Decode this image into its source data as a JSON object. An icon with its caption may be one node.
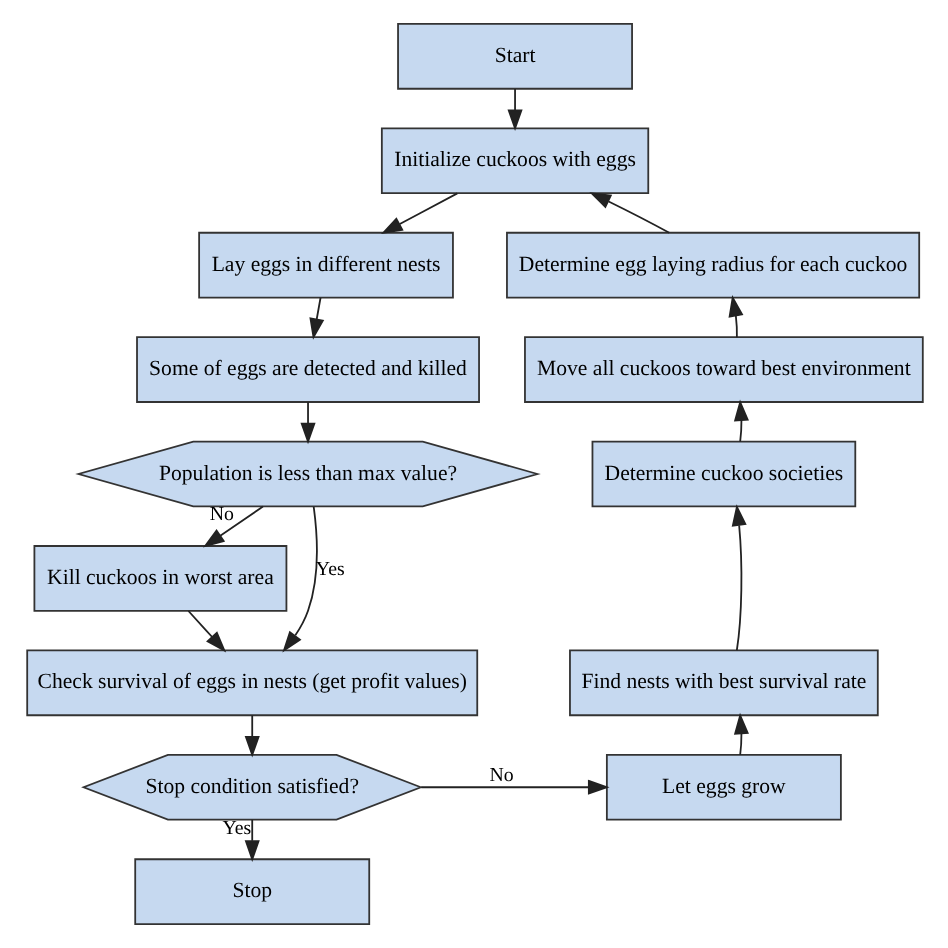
{
  "diagram": {
    "nodes": [
      {
        "text": [
          "Start"
        ]
      },
      {
        "text": [
          "Initialize cuckoos with eggs"
        ]
      },
      {
        "text": [
          "Lay eggs in different nests"
        ]
      },
      {
        "text": [
          "Some of eggs are detected and killed"
        ]
      },
      {
        "text": [
          "Population is less than max value?"
        ]
      },
      {
        "text": [
          "Kill cuckoos in worst area"
        ]
      },
      {
        "text": [
          "Check survival of eggs in nests (get profit values)"
        ]
      },
      {
        "text": [
          "Stop condition satisfied?"
        ]
      },
      {
        "text": [
          "Stop"
        ]
      },
      {
        "text": [
          "Determine egg laying radius for each cuckoo"
        ]
      },
      {
        "text": [
          "Move all cuckoos toward best environment"
        ]
      },
      {
        "text": [
          "Determine cuckoo societies"
        ]
      },
      {
        "text": [
          "Find nests with best survival rate"
        ]
      },
      {
        "text": [
          "Let eggs grow"
        ]
      }
    ],
    "edges": [
      {
        "from": 0,
        "to": 1,
        "arrow": "to"
      },
      {
        "from": 1,
        "to": 2,
        "arrow": "to"
      },
      {
        "from": 2,
        "to": 3,
        "arrow": "to"
      },
      {
        "from": 3,
        "to": 4,
        "arrow": "to"
      },
      {
        "from": 4,
        "to": 5,
        "arrow": "to",
        "label": "No"
      },
      {
        "from": 4,
        "to": 6,
        "arrow": "to",
        "label": "Yes"
      },
      {
        "from": 5,
        "to": 6,
        "arrow": "to"
      },
      {
        "from": 6,
        "to": 7,
        "arrow": "to"
      },
      {
        "from": 7,
        "to": 8,
        "arrow": "to",
        "label": "Yes"
      },
      {
        "from": 7,
        "to": 13,
        "arrow": "to",
        "label": "No"
      },
      {
        "from": 13,
        "to": 12,
        "arrow": "to"
      },
      {
        "from": 12,
        "to": 11,
        "arrow": "to"
      },
      {
        "from": 11,
        "to": 10,
        "arrow": "to"
      },
      {
        "from": 10,
        "to": 9,
        "arrow": "to"
      },
      {
        "from": 9,
        "to": 1,
        "arrow": "to"
      }
    ]
  }
}
